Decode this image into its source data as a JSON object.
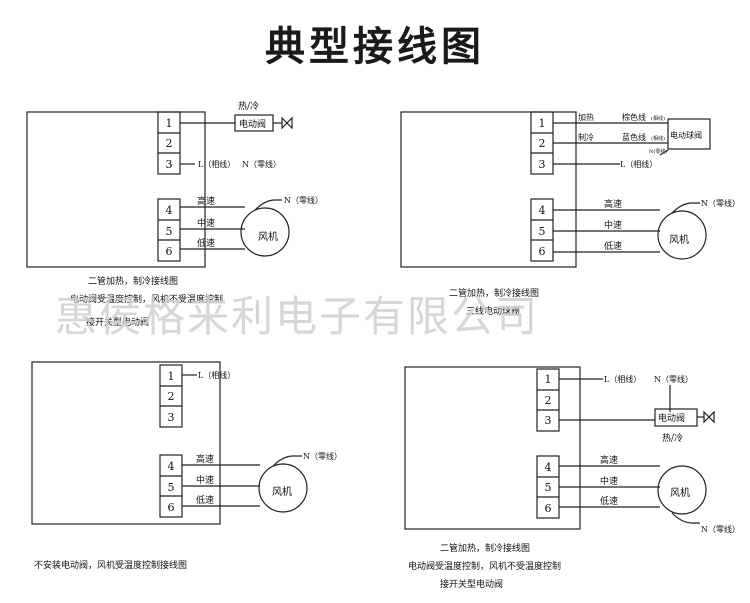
{
  "title": "典型接线图",
  "watermark": "惠侯格来利电子有限公司",
  "terminals": [
    "1",
    "2",
    "3",
    "4",
    "5",
    "6"
  ],
  "valve_label": "电动阀",
  "ball_valve_label": "电动球阀",
  "fan_label": "风机",
  "hot_cold": "热/冷",
  "live": "L（相线）",
  "neutral": "N（零线）",
  "speeds": [
    "高速",
    "中速",
    "低速"
  ],
  "heat": "加热",
  "cool": "制冷",
  "brown_wire": "棕色线",
  "blue_wire": "蓝色线",
  "wire_note": "(相线)",
  "neutral_note": "N(零线)",
  "captions": {
    "d1": [
      "二管加热，制冷接线图",
      "电动阀受温度控制，风机不受温度控制",
      "接开关型电动阀"
    ],
    "d2": [
      "二管加热，制冷接线图",
      "三线电动球阀"
    ],
    "d3": [
      "不安装电动阀，风机受温度控制接线图"
    ],
    "d4": [
      "二管加热，制冷接线图",
      "电动阀受温度控制，风机不受温度控制",
      "接开关型电动阀"
    ]
  },
  "colors": {
    "line": "#222222",
    "watermark": "#cfcfcf"
  }
}
